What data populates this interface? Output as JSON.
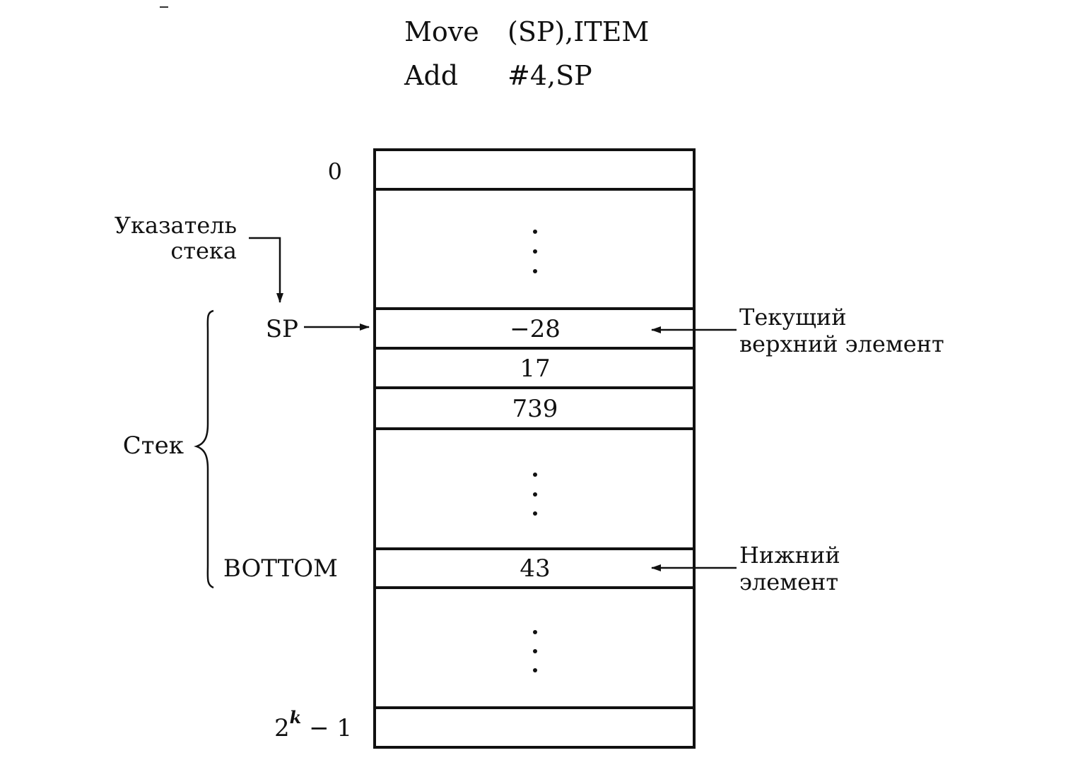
{
  "code": {
    "line1": {
      "op": "Move",
      "args": "(SP),ITEM"
    },
    "line2": {
      "op": "Add",
      "args": "#4,SP"
    }
  },
  "memory": {
    "addr_top": "0",
    "addr_bottom_base": "2",
    "addr_bottom_exp": "k",
    "addr_bottom_tail": " − 1",
    "cells": {
      "top_value": "−28",
      "second_value": "17",
      "third_value": "739",
      "bottom_value": "43"
    }
  },
  "labels": {
    "pointer_line1": "Указатель",
    "pointer_line2": "стека",
    "sp": "SP",
    "stack": "Стек",
    "bottom": "BOTTOM",
    "top_element_line1": "Текущий",
    "top_element_line2": "верхний элемент",
    "bottom_element_line1": "Нижний",
    "bottom_element_line2": "элемент"
  }
}
